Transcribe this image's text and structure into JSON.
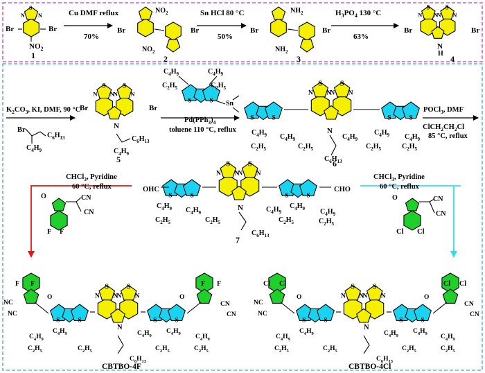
{
  "colors": {
    "panel_top_border": "#c23bc2",
    "panel_bottom_border": "#3aa9d8",
    "yellow_ring": "#f4f000",
    "cyan_ring": "#19d3f0",
    "green_ring": "#1fcf2a",
    "red_arrow": "#e8140f",
    "cyan_arrow": "#2fe0ee"
  },
  "top_row": {
    "compounds": [
      {
        "number": "1",
        "labels": {
          "s": "S",
          "n1": "N",
          "n2": "N",
          "br1": "Br",
          "br2": "Br",
          "no2": "NO",
          "no2_sub": "2"
        }
      },
      {
        "number": "2",
        "labels": {
          "br1": "Br",
          "br2": "Br",
          "no2a": "NO",
          "no2b": "NO",
          "sub": "2"
        }
      },
      {
        "number": "3",
        "labels": {
          "br1": "Br",
          "br2": "Br",
          "nh2a": "NH",
          "nh2b": "NH",
          "sub": "2"
        }
      },
      {
        "number": "4",
        "labels": {
          "br1": "Br",
          "br2": "Br",
          "nh_n": "N",
          "nh_h": "H"
        }
      }
    ],
    "steps": [
      {
        "reagent": "Cu DMF reflux",
        "yield": "70%"
      },
      {
        "reagent": "Sn HCl 80 °C",
        "yield": "50%"
      },
      {
        "reagent": "H",
        "reagent_parts": [
          "H",
          "3",
          "PO",
          "4",
          " 130 °C"
        ],
        "yield": "63%"
      }
    ]
  },
  "middle_row": {
    "step1": {
      "line1": "K",
      "line1_parts": [
        "K",
        "2",
        "CO",
        "3",
        ", KI, DMF, 90 °C"
      ],
      "reagent_label": "Br"
    },
    "alkyl_labels": {
      "c6h13": "C",
      "c6h13_sub": "6",
      "h13": "H",
      "h13_sub": "13",
      "c4h9": "C",
      "c4h9_sub": "4",
      "h9": "H",
      "h9_sub": "9",
      "c2h5": "C",
      "c2h5_sub": "2",
      "h5": "H",
      "h5_sub": "5"
    },
    "compound5": "5",
    "step2": {
      "stannyl": "Sn",
      "line1": "Pd(PPh",
      "line1_sub": "3",
      "line1_tail": ")",
      "line1_sub2": "4",
      "line2": "toluene 110 °C, reflux"
    },
    "compound6": "6",
    "step3": {
      "line1": "POCl",
      "line1_sub": "3",
      "line1_tail": ", DMF",
      "line2": "ClCH",
      "line2_sub": "2",
      "line2_mid": "CH",
      "line2_sub2": "2",
      "line2_tail": "Cl",
      "line3": "85 °C, reflux"
    }
  },
  "bottom_row": {
    "compound7": "7",
    "cho_left": "OHC",
    "cho_right": "CHO",
    "left_condition": {
      "line1": "CHCl",
      "line1_sub": "3",
      "line1_tail": ", Pyridine",
      "line2": "60 °C, reflux"
    },
    "right_condition": {
      "line1": "CHCl",
      "line1_sub": "3",
      "line1_tail": ", Pyridine",
      "line2": "60 °C, reflux"
    },
    "ic_left_halogen": "F",
    "ic_right_halogen": "Cl",
    "cn": "CN",
    "nc": "NC",
    "o": "O",
    "products": [
      {
        "name": "CBTBO-4F",
        "halogen": "F"
      },
      {
        "name": "CBTBO-4Cl",
        "halogen": "Cl"
      }
    ]
  }
}
